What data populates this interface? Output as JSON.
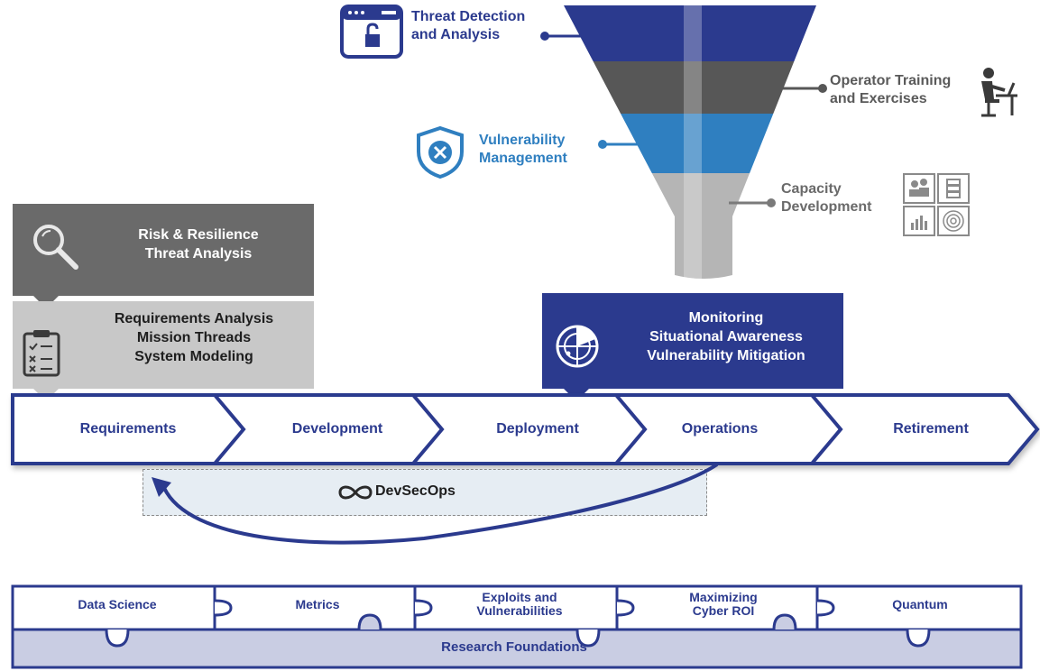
{
  "funnel": {
    "threat_detection": [
      "Threat Detection",
      "and Analysis"
    ],
    "operator_training": [
      "Operator Training",
      "and Exercises"
    ],
    "vulnerability_management": [
      "Vulnerability",
      "Management"
    ],
    "capacity_development": [
      "Capacity",
      "Development"
    ]
  },
  "risk_box": [
    "Risk & Resilience",
    "Threat Analysis"
  ],
  "requirements_box": [
    "Requirements Analysis",
    "Mission Threads",
    "System Modeling"
  ],
  "monitoring_box": [
    "Monitoring",
    "Situational Awareness",
    "Vulnerability Mitigation"
  ],
  "lifecycle": {
    "stages": [
      "Requirements",
      "Development",
      "Deployment",
      "Operations",
      "Retirement"
    ]
  },
  "devsecops": {
    "label": "DevSecOps"
  },
  "research": {
    "pieces": [
      [
        "Data Science"
      ],
      [
        "Metrics"
      ],
      [
        "Exploits and",
        "Vulnerabilities"
      ],
      [
        "Maximizing",
        "Cyber ROI"
      ],
      [
        "Quantum"
      ]
    ],
    "foundation_label": "Research Foundations"
  },
  "colors": {
    "navy": "#2b3a8e",
    "dark_gray": "#5a5a5a",
    "light_blue": "#2f7fc0",
    "light_gray": "#c8c8c8"
  }
}
